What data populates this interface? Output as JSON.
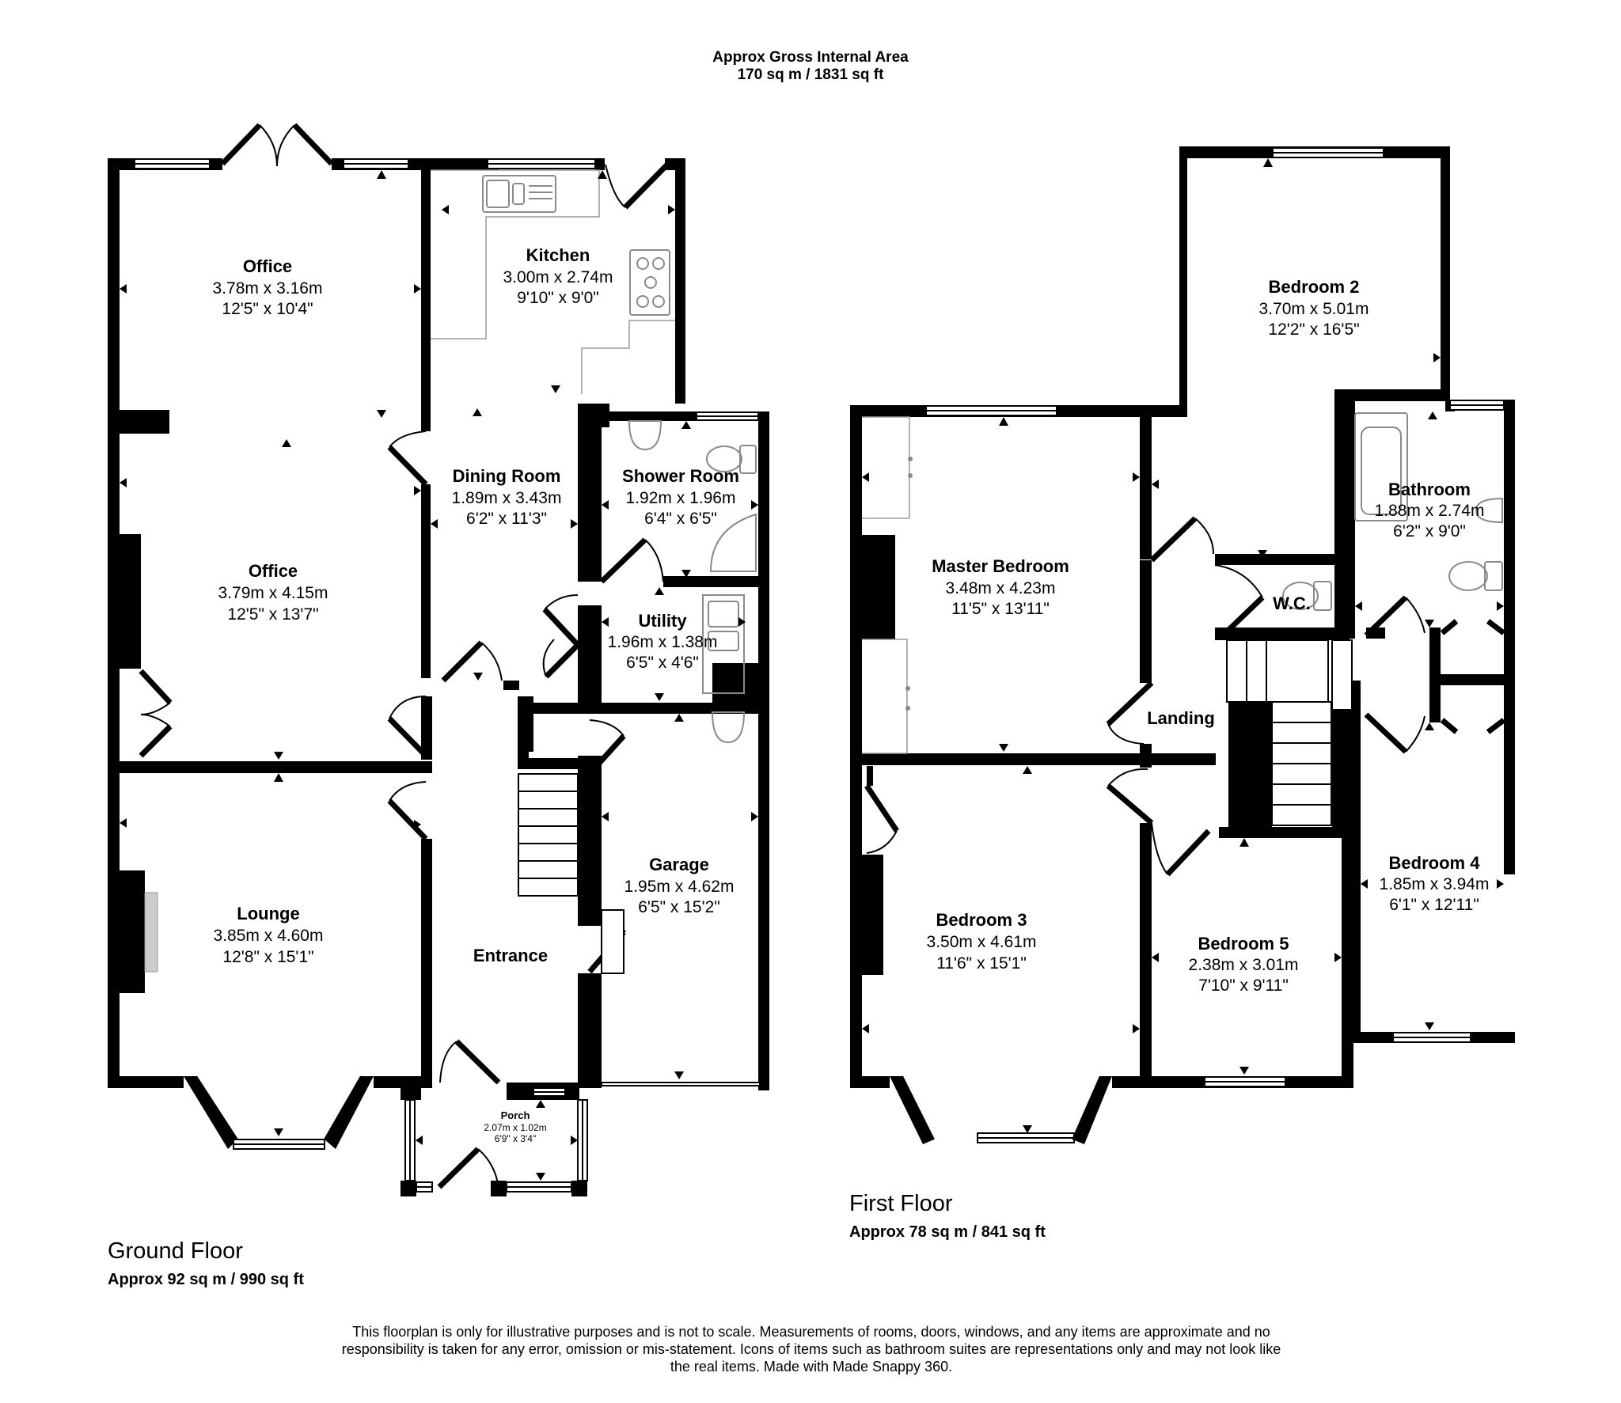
{
  "header": {
    "title": "Approx Gross Internal Area",
    "total_area": "170 sq m / 1831 sq ft"
  },
  "ground_floor": {
    "label": "Ground Floor",
    "area": "Approx 92 sq m / 990 sq ft",
    "rooms": [
      {
        "name": "Office",
        "metric": "3.78m x 3.16m",
        "imperial": "12'5\" x 10'4\""
      },
      {
        "name": "Office",
        "metric": "3.79m x 4.15m",
        "imperial": "12'5\" x 13'7\""
      },
      {
        "name": "Kitchen",
        "metric": "3.00m x 2.74m",
        "imperial": "9'10\" x 9'0\""
      },
      {
        "name": "Dining Room",
        "metric": "1.89m x 3.43m",
        "imperial": "6'2\" x 11'3\""
      },
      {
        "name": "Shower Room",
        "metric": "1.92m x 1.96m",
        "imperial": "6'4\" x 6'5\""
      },
      {
        "name": "Utility",
        "metric": "1.96m x 1.38m",
        "imperial": "6'5\" x 4'6\""
      },
      {
        "name": "Lounge",
        "metric": "3.85m x 4.60m",
        "imperial": "12'8\" x 15'1\""
      },
      {
        "name": "Garage",
        "metric": "1.95m x 4.62m",
        "imperial": "6'5\" x 15'2\""
      },
      {
        "name": "Entrance"
      },
      {
        "name": "Porch",
        "metric": "2.07m x 1.02m",
        "imperial": "6'9\" x 3'4\""
      }
    ]
  },
  "first_floor": {
    "label": "First Floor",
    "area": "Approx 78 sq m / 841 sq ft",
    "rooms": [
      {
        "name": "Bedroom 2",
        "metric": "3.70m x 5.01m",
        "imperial": "12'2\" x 16'5\""
      },
      {
        "name": "Master Bedroom",
        "metric": "3.48m x 4.23m",
        "imperial": "11'5\" x 13'11\""
      },
      {
        "name": "Bathroom",
        "metric": "1.88m x 2.74m",
        "imperial": "6'2\" x 9'0\""
      },
      {
        "name": "W.C."
      },
      {
        "name": "Landing"
      },
      {
        "name": "Bedroom 3",
        "metric": "3.50m x 4.61m",
        "imperial": "11'6\" x 15'1\""
      },
      {
        "name": "Bedroom 5",
        "metric": "2.38m x 3.01m",
        "imperial": "7'10\" x 9'11\""
      },
      {
        "name": "Bedroom 4",
        "metric": "1.85m x 3.94m",
        "imperial": "6'1\" x 12'11\""
      }
    ]
  },
  "footer": {
    "disclaimer": "This floorplan is only for illustrative purposes and is not to scale. Measurements of rooms, doors, windows, and any items are approximate and no responsibility is taken for any error, omission or mis-statement. Icons of items such as bathroom suites are representations only and may not look like the real items. Made with Made Snappy 360."
  },
  "colors": {
    "wall": "#000000",
    "fixture_outline": "#8a8a8a",
    "background": "#ffffff"
  }
}
